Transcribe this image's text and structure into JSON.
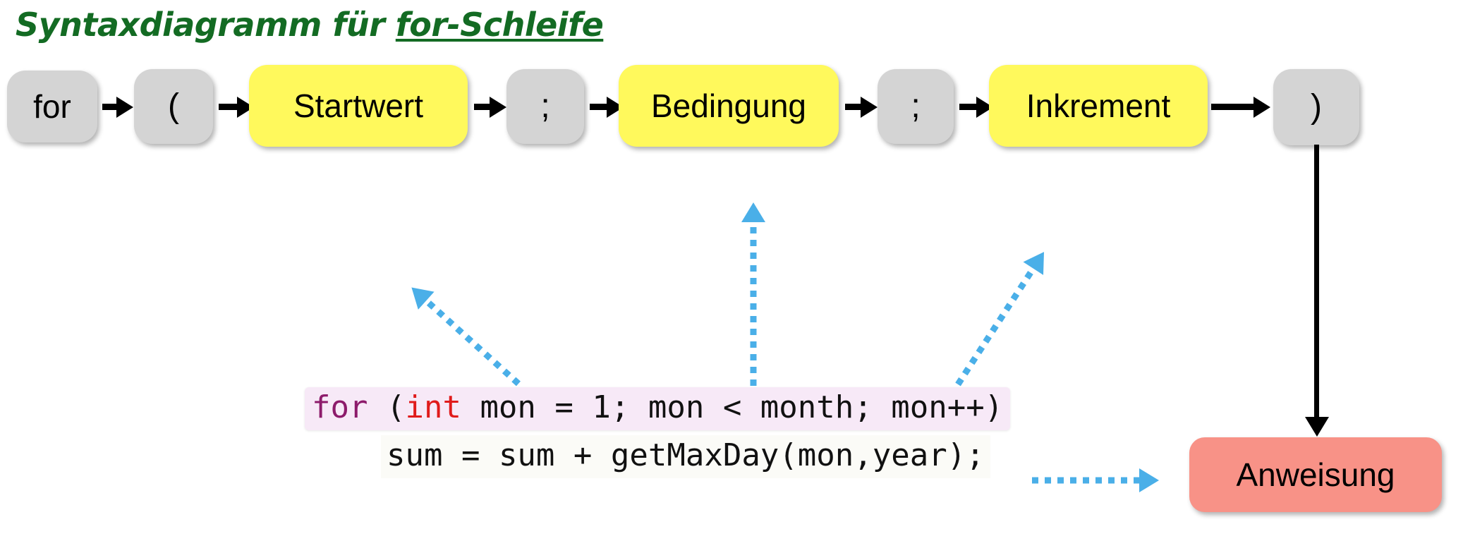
{
  "title": {
    "prefix": "Syntaxdiagramm für ",
    "emphasis": "for-Schleife",
    "color": "#136b23"
  },
  "colors": {
    "gray_node": "#d4d4d4",
    "yellow_node": "#fff95c",
    "salmon_node": "#f89287",
    "dotted_arrow": "#4aafe8",
    "solid_arrow": "#000000",
    "code_highlight": "#f7e9f7",
    "keyword": "#8d1b6b",
    "type": "#e01b1b"
  },
  "diagram": {
    "nodes": [
      {
        "id": "for",
        "label": "for",
        "style": "gray"
      },
      {
        "id": "lparen",
        "label": "(",
        "style": "gray"
      },
      {
        "id": "startwert",
        "label": "Startwert",
        "style": "yellow"
      },
      {
        "id": "semi1",
        "label": ";",
        "style": "gray"
      },
      {
        "id": "bedingung",
        "label": "Bedingung",
        "style": "yellow"
      },
      {
        "id": "semi2",
        "label": ";",
        "style": "gray"
      },
      {
        "id": "inkrement",
        "label": "Inkrement",
        "style": "yellow"
      },
      {
        "id": "rparen",
        "label": ")",
        "style": "gray"
      },
      {
        "id": "anweisung",
        "label": "Anweisung",
        "style": "salmon"
      }
    ]
  },
  "code": {
    "line1": {
      "keyword": "for",
      "open": " (",
      "type": "int",
      "rest": " mon = 1; mon < month; mon++)",
      "full": "for (int mon = 1; mon < month; mon++)"
    },
    "line2": {
      "full": "sum = sum + getMaxDay(mon,year);"
    }
  }
}
